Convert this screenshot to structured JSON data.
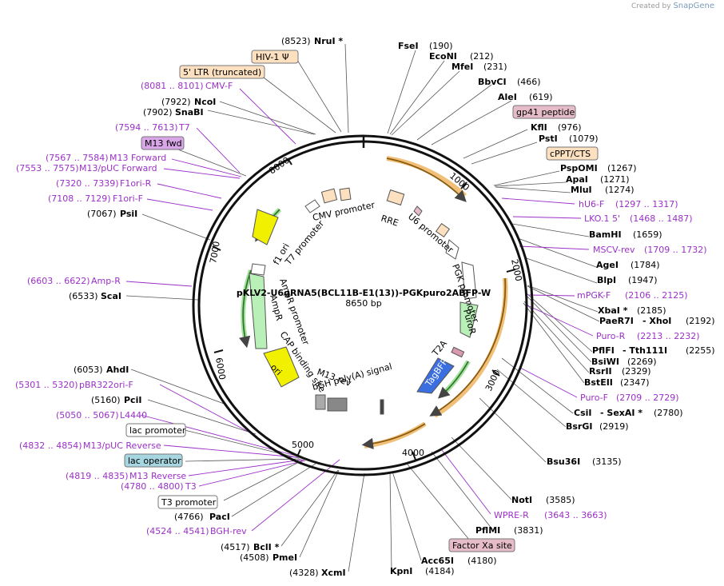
{
  "brand": {
    "created_by": "Created by",
    "product": "SnapGene"
  },
  "plasmid": {
    "name": "pKLV2-U6gRNA5(BCL11B-E1(13))-PGKpuro2ABFP-W",
    "size": "8650 bp"
  },
  "colors": {
    "primer": "#9b30c8",
    "promoter_fill": "#ffffff",
    "orange": "#f0a030",
    "green": "#2a9a2a"
  },
  "enzymes": [
    {
      "name": "NruI *",
      "pos": "(8523)"
    },
    {
      "name": "FseI",
      "pos": "(190)"
    },
    {
      "name": "EcoNI",
      "pos": "(212)"
    },
    {
      "name": "MfeI",
      "pos": "(231)"
    },
    {
      "name": "BbvCI",
      "pos": "(466)"
    },
    {
      "name": "AleI",
      "pos": "(619)"
    },
    {
      "name": "KflI",
      "pos": "(976)"
    },
    {
      "name": "PstI",
      "pos": "(1079)"
    },
    {
      "name": "PspOMI",
      "pos": "(1267)"
    },
    {
      "name": "ApaI",
      "pos": "(1271)"
    },
    {
      "name": "MluI",
      "pos": "(1274)"
    },
    {
      "name": "BamHI",
      "pos": "(1659)"
    },
    {
      "name": "AgeI",
      "pos": "(1784)"
    },
    {
      "name": "BlpI",
      "pos": "(1947)"
    },
    {
      "name": "XbaI *",
      "pos": "(2185)"
    },
    {
      "name": "PaeR7I",
      "pos": ""
    },
    {
      "name": "- XhoI",
      "pos": "(2192)"
    },
    {
      "name": "PflFI",
      "pos": ""
    },
    {
      "name": "- Tth111I",
      "pos": "(2255)"
    },
    {
      "name": "BsiWI",
      "pos": "(2269)"
    },
    {
      "name": "RsrII",
      "pos": "(2329)"
    },
    {
      "name": "BstEII",
      "pos": "(2347)"
    },
    {
      "name": "CsiI",
      "pos": ""
    },
    {
      "name": "- SexAI *",
      "pos": "(2780)"
    },
    {
      "name": "BsrGI",
      "pos": "(2919)"
    },
    {
      "name": "Bsu36I",
      "pos": "(3135)"
    },
    {
      "name": "NotI",
      "pos": "(3585)"
    },
    {
      "name": "PflMI",
      "pos": "(3831)"
    },
    {
      "name": "Acc65I",
      "pos": "(4180)"
    },
    {
      "name": "KpnI",
      "pos": "(4184)"
    },
    {
      "name": "XcmI",
      "pos": "(4328)"
    },
    {
      "name": "PmeI",
      "pos": "(4508)"
    },
    {
      "name": "BclI *",
      "pos": "(4517)"
    },
    {
      "name": "PacI",
      "pos": "(4766)"
    },
    {
      "name": "PciI",
      "pos": "(5160)"
    },
    {
      "name": "AhdI",
      "pos": "(6053)"
    },
    {
      "name": "ScaI",
      "pos": "(6533)"
    },
    {
      "name": "PsiI",
      "pos": "(7067)"
    },
    {
      "name": "SnaBI",
      "pos": "(7902)"
    },
    {
      "name": "NcoI",
      "pos": "(7922)"
    }
  ],
  "primers": [
    {
      "name": "CMV-F",
      "pos": "(8081 .. 8101)"
    },
    {
      "name": "T7",
      "pos": "(7594 .. 7613)"
    },
    {
      "name": "M13 Forward",
      "pos": "(7567 .. 7584)"
    },
    {
      "name": "M13/pUC Forward",
      "pos": "(7553 .. 7575)"
    },
    {
      "name": "F1ori-R",
      "pos": "(7320 .. 7339)"
    },
    {
      "name": "F1ori-F",
      "pos": "(7108 .. 7129)"
    },
    {
      "name": "Amp-R",
      "pos": "(6603 .. 6622)"
    },
    {
      "name": "pBR322ori-F",
      "pos": "(5301 .. 5320)"
    },
    {
      "name": "L4440",
      "pos": "(5050 .. 5067)"
    },
    {
      "name": "M13/pUC Reverse",
      "pos": "(4832 .. 4854)"
    },
    {
      "name": "M13 Reverse",
      "pos": "(4819 .. 4835)"
    },
    {
      "name": "T3",
      "pos": "(4780 .. 4800)"
    },
    {
      "name": "BGH-rev",
      "pos": "(4524 .. 4541)"
    },
    {
      "name": "hU6-F",
      "pos": "(1297 .. 1317)"
    },
    {
      "name": "LKO.1 5'",
      "pos": "(1468 .. 1487)"
    },
    {
      "name": "MSCV-rev",
      "pos": "(1709 .. 1732)"
    },
    {
      "name": "mPGK-F",
      "pos": "(2106 .. 2125)"
    },
    {
      "name": "Puro-R",
      "pos": "(2213 .. 2232)"
    },
    {
      "name": "Puro-F",
      "pos": "(2709 .. 2729)"
    },
    {
      "name": "WPRE-R",
      "pos": "(3643 .. 3663)"
    }
  ],
  "boxed_features": [
    {
      "name": "HIV-1 Ψ",
      "color": "#fde0c0"
    },
    {
      "name": "5' LTR (truncated)",
      "color": "#fde0c0"
    },
    {
      "name": "M13 fwd",
      "color": "#d9a6e8"
    },
    {
      "name": "gp41 peptide",
      "color": "#e6bcc9"
    },
    {
      "name": "cPPT/CTS",
      "color": "#fde0c0"
    },
    {
      "name": "lac promoter",
      "color": "#ffffff"
    },
    {
      "name": "lac operator",
      "color": "#a6d6e0"
    },
    {
      "name": "T3 promoter",
      "color": "#ffffff"
    },
    {
      "name": "Factor Xa site",
      "color": "#e6bcc9"
    }
  ],
  "inner_labels": [
    "CMV promoter",
    "RRE",
    "U6 promoter",
    "T7 promoter",
    "f1 ori",
    "AmpR promoter",
    "AmpR",
    "CAP binding site",
    "ori",
    "M13 rev",
    "bGH poly(A) signal",
    "PGK promoter",
    "PuroR",
    "T2A",
    "TagBFP"
  ],
  "ticks": [
    "1000",
    "2000",
    "3000",
    "4000",
    "5000",
    "6000",
    "7000",
    "8000"
  ]
}
